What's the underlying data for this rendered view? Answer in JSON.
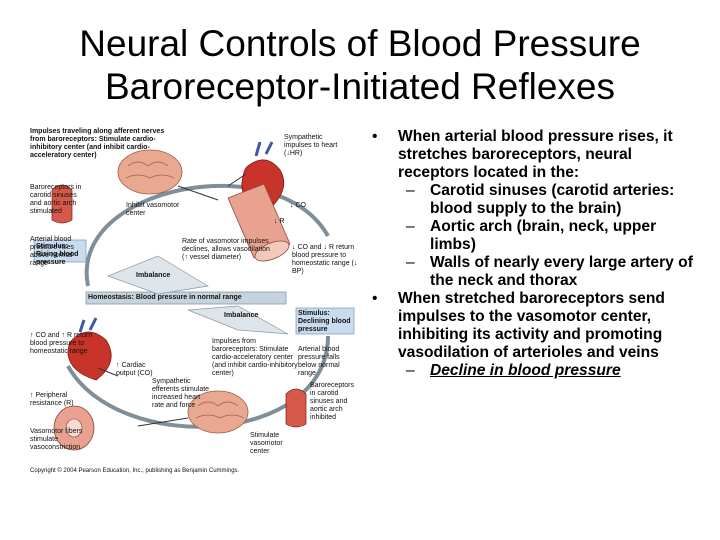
{
  "slide": {
    "title_line1": "Neural Controls of Blood Pressure",
    "title_line2": "Baroreceptor-Initiated Reflexes"
  },
  "figure": {
    "top_left_note": "Impulses traveling along afferent nerves from baroreceptors: Stimulate cardio-inhibitory center (and inhibit cardio-acceleratory center)",
    "sympathetic_top": "Sympathetic impulses to heart (↓HR)",
    "co_down": "↓ CO",
    "r_down": "↓ R",
    "baro_top": "Baroreceptors in carotid sinuses and aortic arch stimulated",
    "inhibit_vaso": "Inhibit vasomotor center",
    "arterial_rises": "Arterial blood pressure rises above normal range",
    "rate_vaso": "Rate of vasomotor impulses declines, allows vasodilation (↑ vessel diameter)",
    "co_r_return": "↓ CO and ↓ R return blood pressure to homeostatic range (↓ BP)",
    "stim_rising": "Stimulus: Rising blood pressure",
    "imbalance_top": "Imbalance",
    "homeostasis": "Homeostasis: Blood pressure in normal range",
    "imbalance_bottom": "Imbalance",
    "stim_declining": "Stimulus: Declining blood pressure",
    "co_r_up": "↑ CO and ↑ R return blood pressure to homeostatic range",
    "impulses_baro": "Impulses from baroreceptors: Stimulate cardio-acceleratory center (and inhibit cardio-inhibitory center)",
    "arterial_falls": "Arterial blood pressure falls below normal range",
    "cardiac_output": "↑ Cardiac output (CO)",
    "sympathetic_efferents": "Sympathetic efferents stimulate increased heart rate and force",
    "peripheral_resistance": "↑ Peripheral resistance (R)",
    "vasomotor_fibers": "Vasomotor fibers stimulate vasoconstriction",
    "stimulate_vaso": "Stimulate vasomotor center",
    "baro_bottom": "Baroreceptors in carotid sinuses and aortic arch inhibited",
    "copyright": "Copyright © 2004 Pearson Education, Inc., publishing as Benjamin Cummings."
  },
  "bullets": {
    "b1": "When arterial blood pressure rises, it stretches baroreceptors, neural receptors located in the:",
    "b1_sub1": "Carotid sinuses (carotid arteries: blood supply to the brain)",
    "b1_sub2": "Aortic arch (brain, neck, upper limbs)",
    "b1_sub3": "Walls of nearly every large artery of the neck and thorax",
    "b2": "When stretched baroreceptors send impulses to the vasomotor center, inhibiting its activity and promoting vasodilation of arterioles and veins",
    "b2_sub1": "Decline in blood pressure"
  },
  "colors": {
    "stimulus_box": "#c9dcef",
    "homeostasis_bar": "#c7d3dc",
    "vessel": "#e8a28f",
    "heart": "#c8342a",
    "brain": "#e9a990",
    "arrow": "#6e7f8a"
  }
}
